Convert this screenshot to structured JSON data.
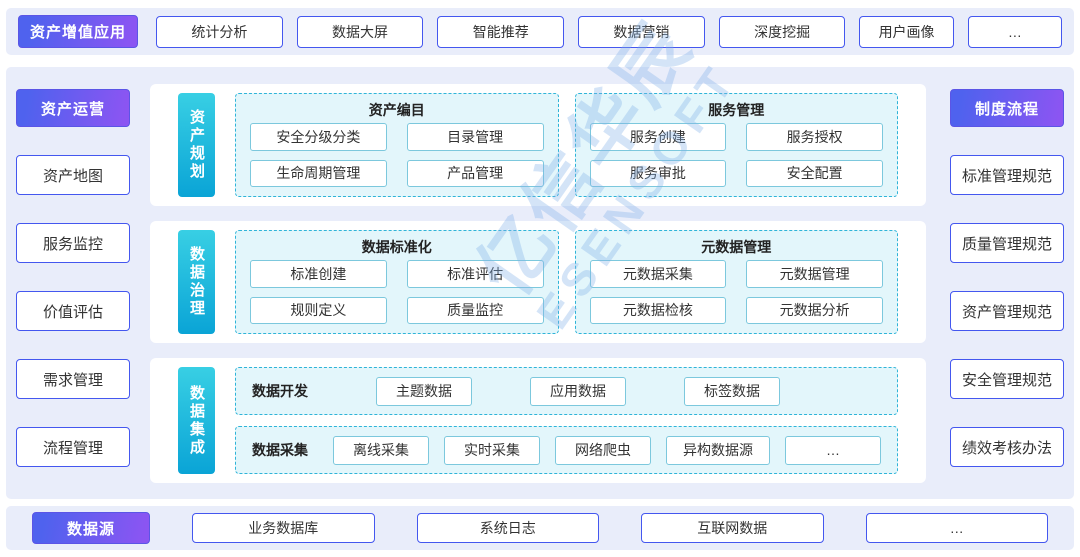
{
  "top": {
    "title": "资产增值应用",
    "items": [
      "统计分析",
      "数据大屏",
      "智能推荐",
      "数据营销",
      "深度挖掘",
      "用户画像",
      "…"
    ]
  },
  "left": {
    "title": "资产运营",
    "items": [
      "资产地图",
      "服务监控",
      "价值评估",
      "需求管理",
      "流程管理"
    ]
  },
  "right": {
    "title": "制度流程",
    "items": [
      "标准管理规范",
      "质量管理规范",
      "资产管理规范",
      "安全管理规范",
      "绩效考核办法"
    ]
  },
  "bottom": {
    "title": "数据源",
    "items": [
      "业务数据库",
      "系统日志",
      "互联网数据",
      "…"
    ]
  },
  "center": {
    "rows": [
      {
        "label": "资产规划",
        "groups": [
          {
            "title": "资产编目",
            "items": [
              "安全分级分类",
              "目录管理",
              "生命周期管理",
              "产品管理"
            ]
          },
          {
            "title": "服务管理",
            "items": [
              "服务创建",
              "服务授权",
              "服务审批",
              "安全配置"
            ]
          }
        ]
      },
      {
        "label": "数据治理",
        "groups": [
          {
            "title": "数据标准化",
            "items": [
              "标准创建",
              "标准评估",
              "规则定义",
              "质量监控"
            ]
          },
          {
            "title": "元数据管理",
            "items": [
              "元数据采集",
              "元数据管理",
              "元数据检核",
              "元数据分析"
            ]
          }
        ]
      },
      {
        "label": "数据集成",
        "bands": [
          {
            "label": "数据开发",
            "items": [
              "主题数据",
              "应用数据",
              "标签数据"
            ]
          },
          {
            "label": "数据采集",
            "items": [
              "离线采集",
              "实时采集",
              "网络爬虫",
              "异构数据源",
              "…"
            ]
          }
        ]
      }
    ]
  },
  "watermark": {
    "line1": "亿信华辰",
    "line2": "ESENSOFT"
  },
  "colors": {
    "band_bg": "#e9edfa",
    "accent_blue": "#4457ef",
    "gradient_start": "#4f62ee",
    "gradient_end": "#8b55f2",
    "cyan_start": "#38cfe4",
    "cyan_end": "#0aa4d6",
    "dashed_cyan": "#2fb4d8",
    "group_bg": "#e3f6fb"
  }
}
